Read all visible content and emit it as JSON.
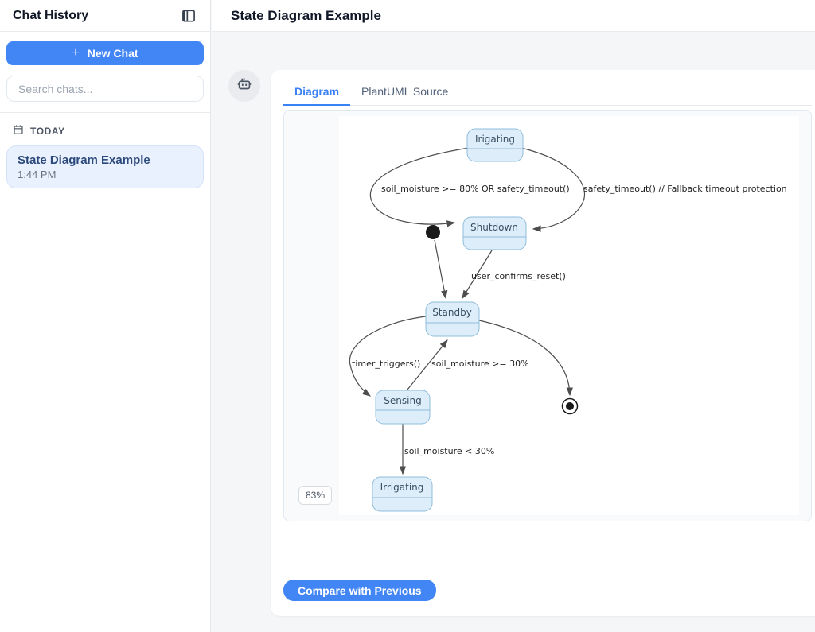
{
  "sidebar": {
    "title": "Chat History",
    "new_chat_plus": "+",
    "new_chat_label": "New Chat",
    "search_placeholder": "Search chats...",
    "section_today": "TODAY",
    "chats": [
      {
        "title": "State Diagram Example",
        "time": "1:44 PM"
      }
    ]
  },
  "header": {
    "title": "State Diagram Example"
  },
  "message": {
    "tabs": [
      {
        "label": "Diagram"
      },
      {
        "label": "PlantUML Source"
      }
    ],
    "zoom_level": "83%",
    "compare_button_label": "Compare with Previous"
  },
  "diagram": {
    "type": "state-diagram",
    "states": [
      {
        "label": "Irigating"
      },
      {
        "label": "Shutdown"
      },
      {
        "label": "Standby"
      },
      {
        "label": "Sensing"
      },
      {
        "label": "Irrigating"
      }
    ],
    "transitions": [
      {
        "from": "Irigating",
        "to": "Shutdown",
        "label": "soil_moisture >= 80% OR safety_timeout()"
      },
      {
        "from": "Irigating",
        "to": "Shutdown",
        "label": "safety_timeout() // Fallback timeout protection"
      },
      {
        "from": "initial",
        "to": "Standby",
        "label": ""
      },
      {
        "from": "Shutdown",
        "to": "Standby",
        "label": "user_confirms_reset()"
      },
      {
        "from": "Standby",
        "to": "Sensing",
        "label": "timer_triggers()"
      },
      {
        "from": "Sensing",
        "to": "Standby",
        "label": "soil_moisture >= 30%"
      },
      {
        "from": "Standby",
        "to": "final",
        "label": ""
      },
      {
        "from": "Sensing",
        "to": "Irrigating",
        "label": "soil_moisture < 30%"
      }
    ]
  },
  "colors": {
    "accent": "#4285f4",
    "tab_active": "#3b82f6",
    "state_fill": "#ddeefa",
    "state_border": "#8fbcdb",
    "chat_item_bg": "#e9f1fe"
  }
}
